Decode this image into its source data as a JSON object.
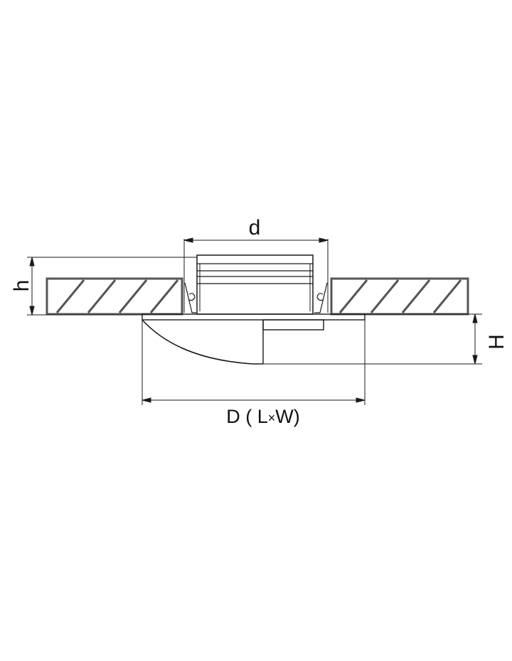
{
  "dimensions": {
    "d_label": "d",
    "h_label": "h",
    "H_label": "H",
    "D_label": "D ( L",
    "D_times": "×",
    "D_label_end": "W)"
  },
  "colors": {
    "line": "#1a1a1a",
    "ceiling_outline": "#555555",
    "hatch": "#555555"
  }
}
